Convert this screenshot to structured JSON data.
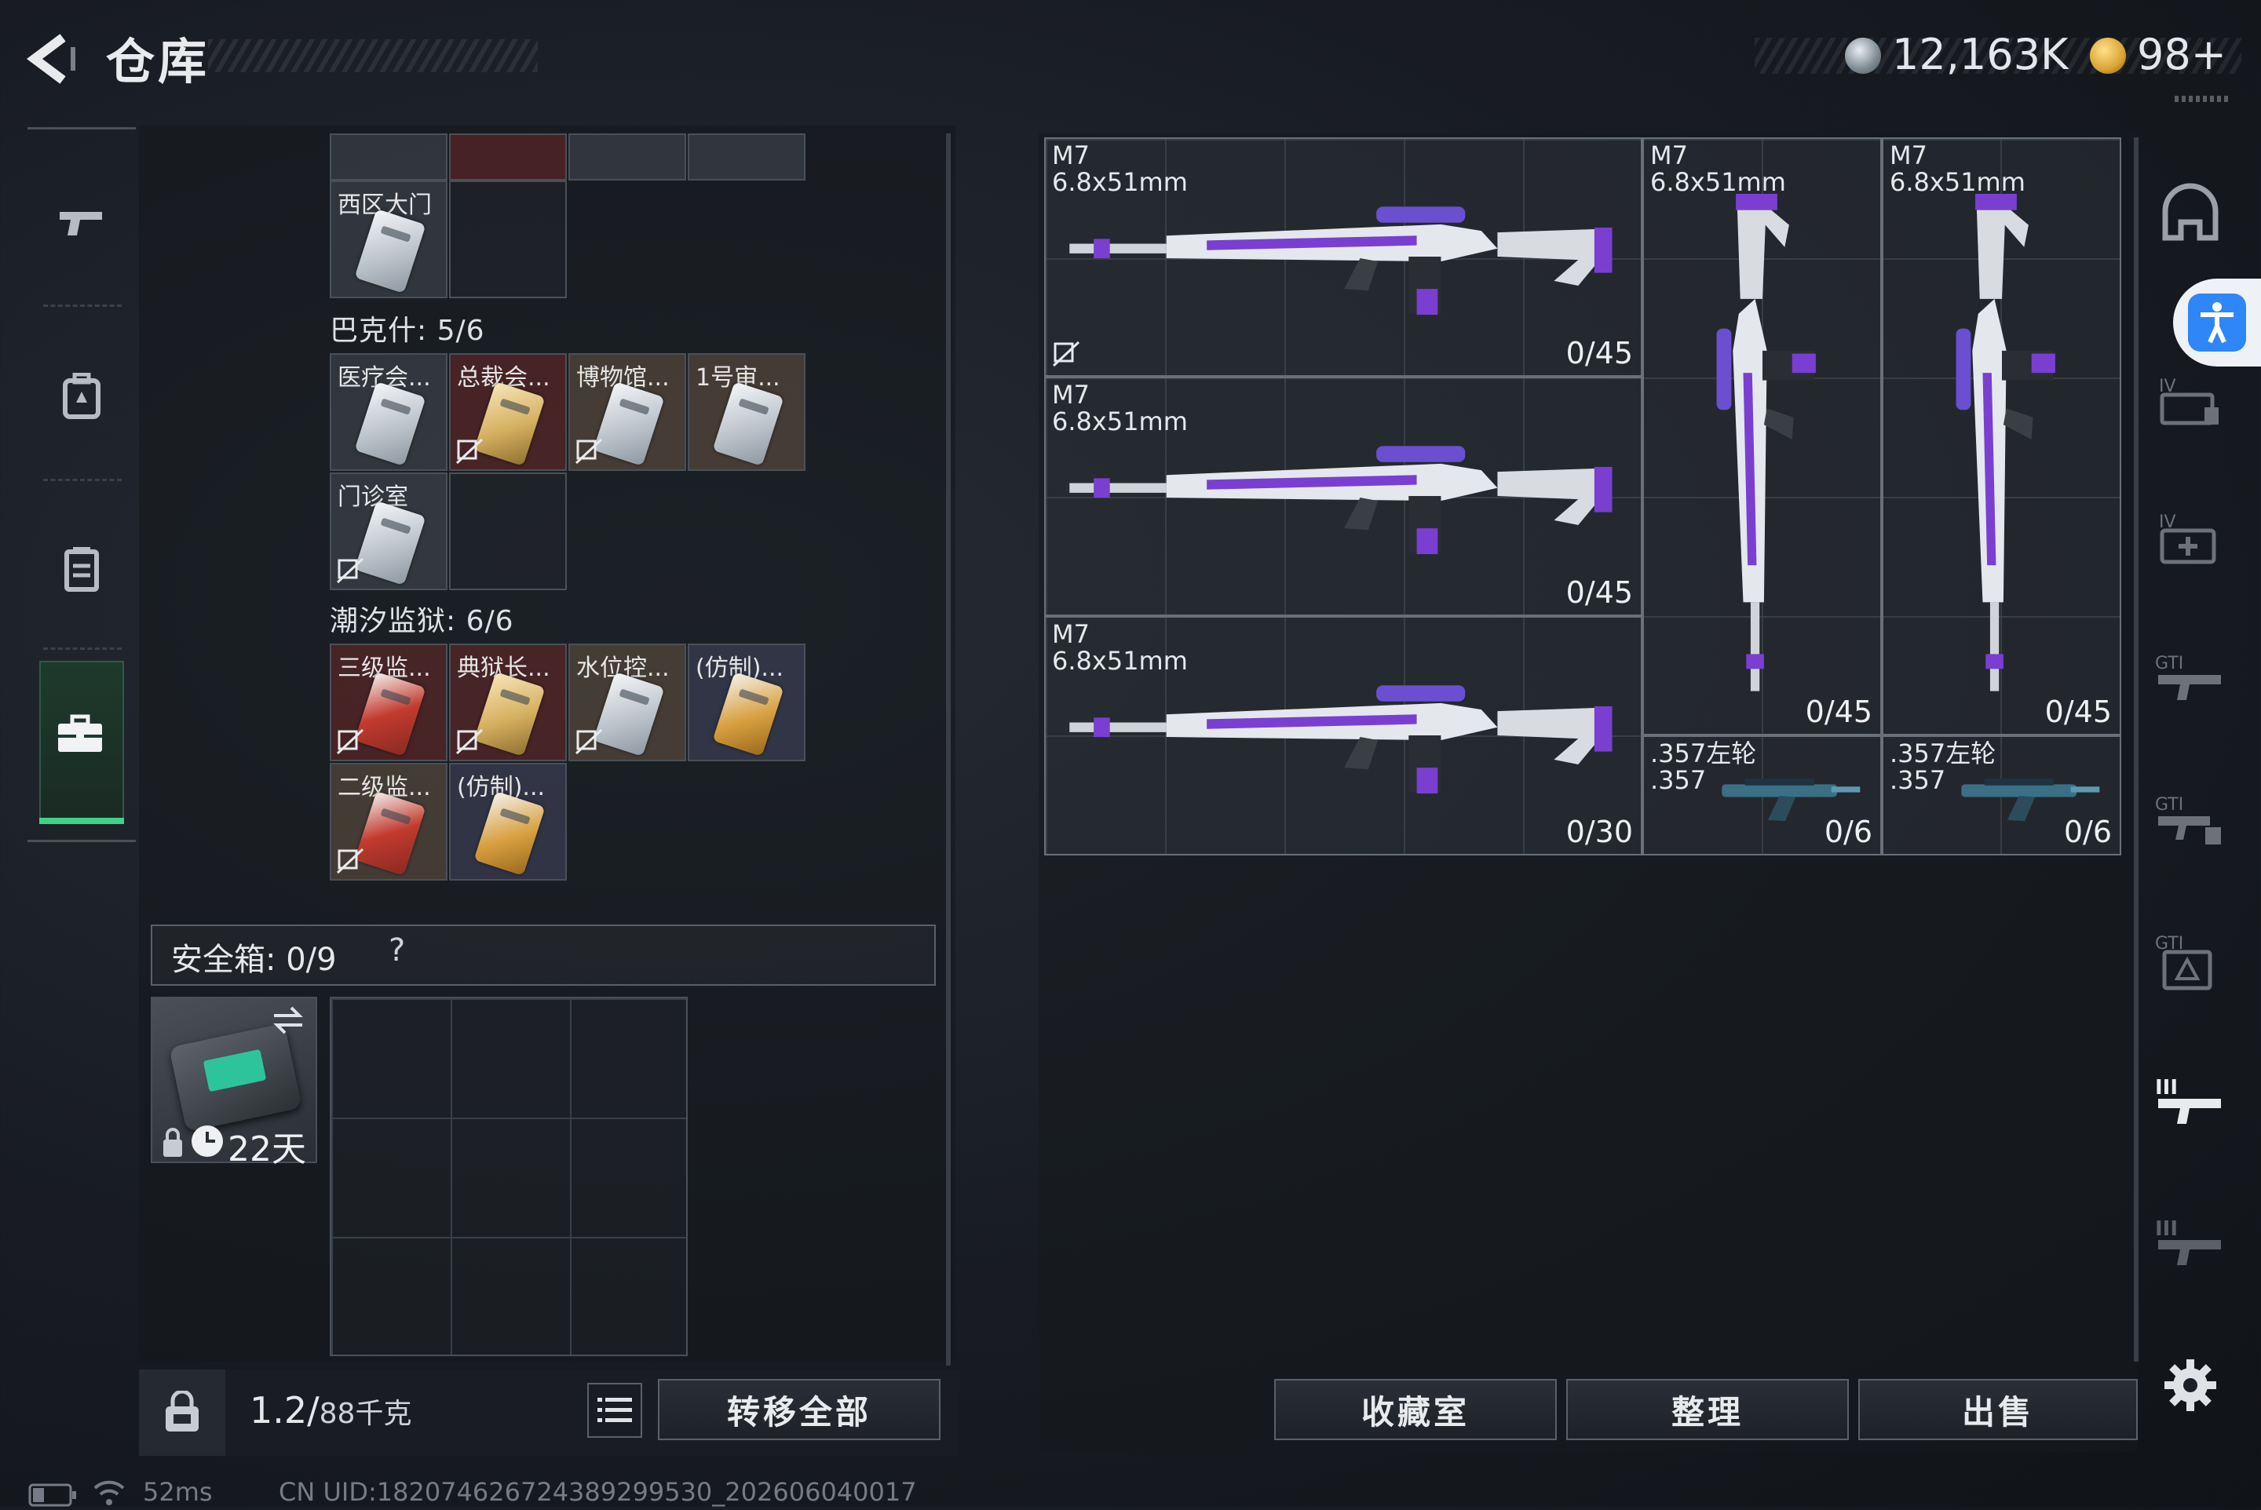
{
  "header": {
    "title": "仓库",
    "currency_silver": "12,163K",
    "currency_gold": "98+"
  },
  "left_rail": {
    "items": [
      "gun-icon",
      "backpack-icon",
      "vest-icon",
      "briefcase-icon"
    ],
    "active": "briefcase-icon"
  },
  "inventory": {
    "keys_top": {
      "items": [
        {
          "label": "西区大门",
          "card": "grey"
        }
      ]
    },
    "bakeshi": {
      "title": "巴克什: 5/6",
      "items": [
        {
          "label": "医疗会...",
          "card": "grey",
          "bg": "grey",
          "locked": false
        },
        {
          "label": "总裁会...",
          "card": "gold",
          "bg": "red",
          "locked": true
        },
        {
          "label": "博物馆...",
          "card": "grey",
          "bg": "brown",
          "locked": true
        },
        {
          "label": "1号审...",
          "card": "grey",
          "bg": "brown",
          "locked": false
        },
        {
          "label": "门诊室",
          "card": "grey",
          "bg": "grey",
          "locked": true
        }
      ]
    },
    "prison": {
      "title": "潮汐监狱: 6/6",
      "items": [
        {
          "label": "三级监...",
          "card": "red",
          "bg": "red",
          "locked": true
        },
        {
          "label": "典狱长...",
          "card": "gold",
          "bg": "red",
          "locked": true
        },
        {
          "label": "水位控...",
          "card": "grey",
          "bg": "brown",
          "locked": true
        },
        {
          "label": "(仿制)...",
          "card": "amber",
          "bg": "purple",
          "locked": false
        },
        {
          "label": "二级监...",
          "card": "red",
          "bg": "brown",
          "locked": true
        },
        {
          "label": "(仿制)...",
          "card": "amber",
          "bg": "purple",
          "locked": false
        }
      ]
    },
    "safe_box": {
      "title": "安全箱: 0/9",
      "help": "?",
      "days": "22天"
    },
    "weight": {
      "value": "1.2/",
      "unit": "88千克"
    },
    "transfer_all": "转移全部"
  },
  "weapons": [
    {
      "name": "M7\n6.8x51mm",
      "ammo": "0/45",
      "locked": true
    },
    {
      "name": "M7\n6.8x51mm",
      "ammo": "0/45",
      "locked": false
    },
    {
      "name": "M7\n6.8x51mm",
      "ammo": "0/30",
      "locked": false
    },
    {
      "name": "M7\n6.8x51mm",
      "ammo": "0/45",
      "locked": false
    },
    {
      "name": "M7\n6.8x51mm",
      "ammo": "0/45",
      "locked": false
    },
    {
      "name": ".357左轮\n.357",
      "ammo": "0/6",
      "locked": false
    },
    {
      "name": ".357左轮\n.357",
      "ammo": "0/6",
      "locked": false
    }
  ],
  "right_bar": {
    "collection": "收藏室",
    "organize": "整理",
    "sell": "出售"
  },
  "right_icons": [
    "helmet-icon",
    "accessibility-icon",
    "case-iv-icon",
    "medkit-iv-icon",
    "gti-rifle-icon",
    "gti-case-icon",
    "gti-armor-icon",
    "tier3-rifle-icon",
    "tier3-rifle-dim-icon",
    "settings-icon"
  ],
  "footer": {
    "ping": "52ms",
    "uid": "CN UID:18207462672438929953​0_202606040017"
  },
  "colors": {
    "accent_green": "#3fd38a",
    "access_blue": "#2f86f6",
    "weapon_purple": "#7a3fd0"
  }
}
